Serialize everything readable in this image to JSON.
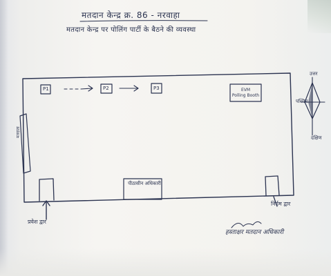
{
  "header": {
    "line1": "मतदान केन्द्र क्र. 86 - नरवाहा",
    "line2": "मतदान केन्द्र पर पोलिंग पार्टी के बैठने की व्यवस्था"
  },
  "layout": {
    "booths": [
      {
        "label": "P1"
      },
      {
        "label": "P2"
      },
      {
        "label": "P3"
      }
    ],
    "evm_box": {
      "line1": "EVM",
      "line2": "Polling Booth"
    },
    "officer_desk": "पीठासीन अधिकारी",
    "side_table": "मतदाता",
    "entrance": "प्रवेश द्वार",
    "exit": "निर्गम द्वार",
    "signature": "हस्ताक्षर मतदान अधिकारी"
  },
  "compass": {
    "north": "उत्तर",
    "west": "पश्चिम",
    "south": "दक्षिण"
  },
  "colors": {
    "ink": "#2b3350",
    "paper": "#f4f3ef"
  }
}
